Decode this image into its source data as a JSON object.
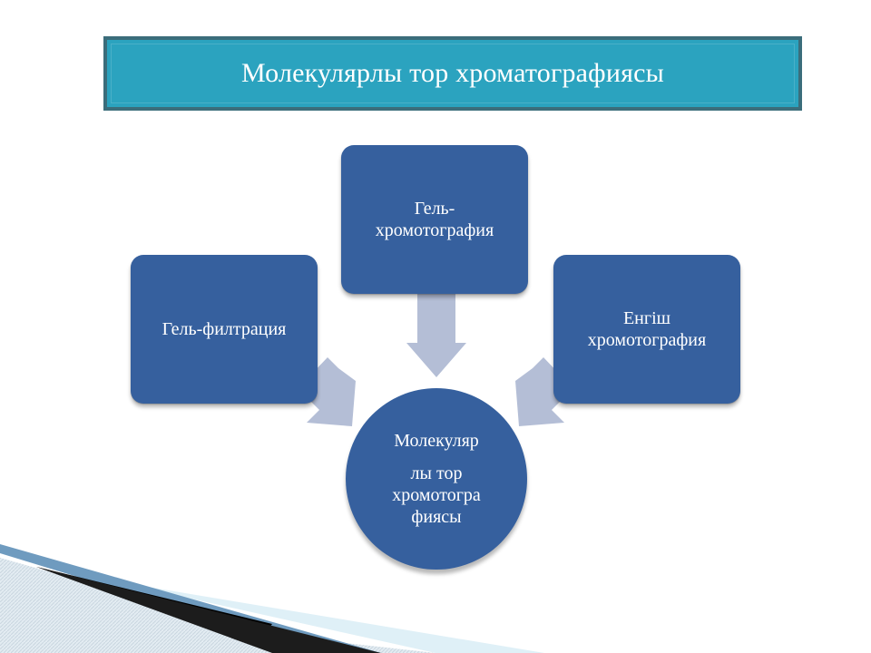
{
  "title": "Молекулярлы тор хроматографиясы",
  "nodes": {
    "left": {
      "line1": "Гель-филтрация"
    },
    "top": {
      "line1": "Гель-",
      "line2": "хромотография"
    },
    "right": {
      "line1": "Енгіш",
      "line2": "хромотография"
    },
    "center": {
      "line1": "Молекуляр",
      "line2": "лы тор",
      "line3": "хромотогра",
      "line4": "фиясы"
    }
  },
  "colors": {
    "banner": "#2ba3bf",
    "banner_border": "#3b6d7b",
    "node_fill": "#36609e",
    "arrow_fill": "#b4bed6"
  }
}
